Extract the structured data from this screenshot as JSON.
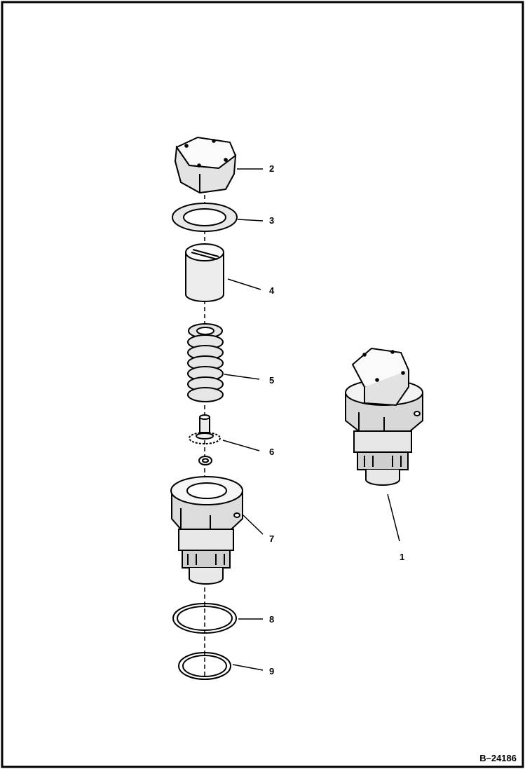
{
  "figure_id": "B–24186",
  "callouts": {
    "c1": "1",
    "c2": "2",
    "c3": "3",
    "c4": "4",
    "c5": "5",
    "c6": "6",
    "c7": "7",
    "c8": "8",
    "c9": "9"
  },
  "colors": {
    "ink": "#000000",
    "paper": "#ffffff",
    "face": "#ececec",
    "shade": "#bdbdbd"
  }
}
